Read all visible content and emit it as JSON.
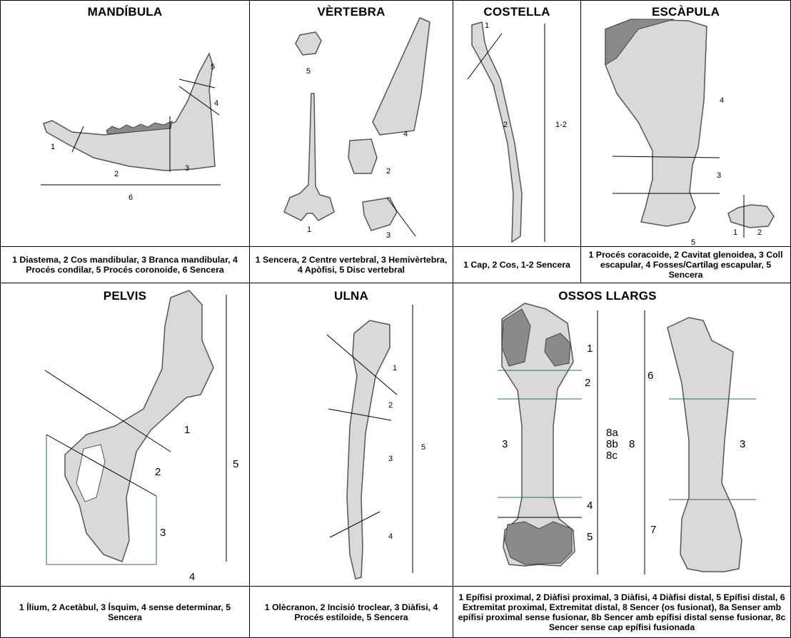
{
  "panels": {
    "mandibula": {
      "title": "MANDÍBULA",
      "labels": [
        "1",
        "2",
        "3",
        "4",
        "5",
        "6"
      ],
      "caption": "1 Diastema, 2 Cos mandibular, 3 Branca mandibular, 4 Procés condilar, 5 Procés coronoide, 6 Sencera"
    },
    "vertebra": {
      "title": "VÈRTEBRA",
      "labels": [
        "1",
        "2",
        "3",
        "4",
        "5"
      ],
      "caption": "1 Sencera, 2 Centre vertebral, 3 Hemivèrtebra, 4 Apòfisi, 5 Disc vertebral"
    },
    "costella": {
      "title": "COSTELLA",
      "labels": [
        "1",
        "2",
        "1-2"
      ],
      "caption": "1 Cap, 2 Cos, 1-2 Sencera"
    },
    "escapula": {
      "title": "ESCÀPULA",
      "labels": [
        "1",
        "2",
        "3",
        "4",
        "5"
      ],
      "caption": "1 Procés coracoide, 2 Cavitat glenoidea, 3 Coll escapular, 4 Fosses/Cartílag escapular, 5 Sencera"
    },
    "pelvis": {
      "title": "PELVIS",
      "labels": [
        "1",
        "2",
        "3",
        "4",
        "5"
      ],
      "caption": "1 Ílium, 2 Acetàbul, 3 Ísquim, 4 sense determinar, 5 Sencera"
    },
    "ulna": {
      "title": "ULNA",
      "labels": [
        "1",
        "2",
        "3",
        "4",
        "5"
      ],
      "caption": "1 Olècranon, 2 Incisió troclear, 3 Diàfisi, 4 Procés estiloide, 5 Sencera"
    },
    "ossos": {
      "title": "OSSOS LLARGS",
      "labels": [
        "1",
        "2",
        "3",
        "4",
        "5",
        "8a",
        "8b",
        "8c",
        "8",
        "6",
        "3",
        "7"
      ],
      "caption": "1 Epífisi proximal, 2 Diàfisi proximal, 3 Diàfisi, 4 Diàfisi distal, 5 Epífisi distal, 6 Extremitat proximal, Extremitat distal, 8 Sencer (os fusionat), 8a Senser amb epífisi proximal sense fusionar, 8b Sencer amb epífisi distal sense fusionar, 8c Sencer sense cap epífisi fusionada"
    }
  }
}
